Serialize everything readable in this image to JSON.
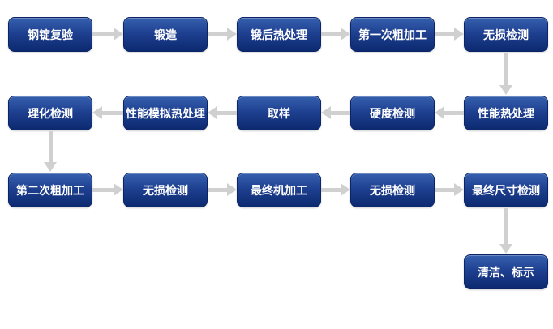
{
  "colors": {
    "background": "#ffffff",
    "node_top": "#3560ae",
    "node_mid": "#1e3f8f",
    "node_bottom": "#0c2a70",
    "node_border": "#0b2367",
    "node_text": "#ffffff",
    "arrow": "#d0d0d0"
  },
  "flow": {
    "type": "process-flowchart",
    "nodes": [
      {
        "label": "钢锭复验"
      },
      {
        "label": "锻造"
      },
      {
        "label": "锻后热处理"
      },
      {
        "label": "第一次粗加工"
      },
      {
        "label": "无损检测"
      },
      {
        "label": "性能热处理"
      },
      {
        "label": "硬度检测"
      },
      {
        "label": "取样"
      },
      {
        "label": "性能模拟热处理"
      },
      {
        "label": "理化检测"
      },
      {
        "label": "第二次粗加工"
      },
      {
        "label": "无损检测"
      },
      {
        "label": "最终机加工"
      },
      {
        "label": "无损检测"
      },
      {
        "label": "最终尺寸检测"
      },
      {
        "label": "清洁、标示"
      }
    ],
    "edges": [
      {
        "from": 0,
        "to": 1,
        "direction": "right"
      },
      {
        "from": 1,
        "to": 2,
        "direction": "right"
      },
      {
        "from": 2,
        "to": 3,
        "direction": "right"
      },
      {
        "from": 3,
        "to": 4,
        "direction": "right"
      },
      {
        "from": 4,
        "to": 5,
        "direction": "down"
      },
      {
        "from": 5,
        "to": 6,
        "direction": "left"
      },
      {
        "from": 6,
        "to": 7,
        "direction": "left"
      },
      {
        "from": 7,
        "to": 8,
        "direction": "left"
      },
      {
        "from": 8,
        "to": 9,
        "direction": "left"
      },
      {
        "from": 9,
        "to": 10,
        "direction": "down"
      },
      {
        "from": 10,
        "to": 11,
        "direction": "right"
      },
      {
        "from": 11,
        "to": 12,
        "direction": "right"
      },
      {
        "from": 12,
        "to": 13,
        "direction": "right"
      },
      {
        "from": 13,
        "to": 14,
        "direction": "right"
      },
      {
        "from": 14,
        "to": 15,
        "direction": "down"
      }
    ]
  }
}
